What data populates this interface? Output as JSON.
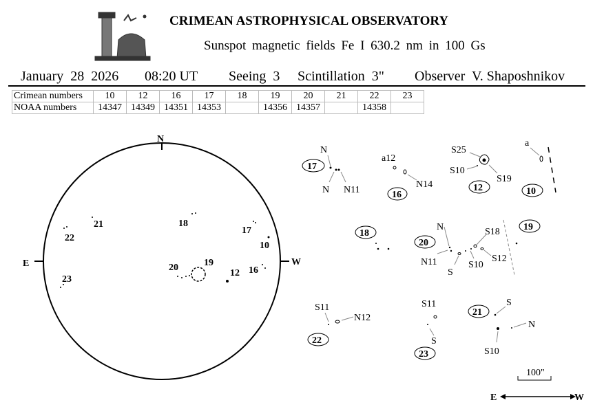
{
  "header": {
    "title": "CRIMEAN ASTROPHYSICAL OBSERVATORY",
    "subtitle": "Sunspot  magnetic  fields  Fe I 630.2 nm in 100 Gs"
  },
  "info": {
    "date": "January  28  2026",
    "time": "08:20 UT",
    "seeing": "Seeing  3",
    "scintillation": "Scintillation  3\"",
    "observer": "Observer  V. Shaposhnikov"
  },
  "table": {
    "row1_label": "Crimean numbers",
    "row2_label": "NOAA numbers",
    "crimean": [
      "10",
      "12",
      "16",
      "17",
      "18",
      "19",
      "20",
      "21",
      "22",
      "23"
    ],
    "noaa": [
      "14347",
      "14349",
      "14351",
      "14353",
      "",
      "14356",
      "14357",
      "",
      "14358",
      ""
    ]
  },
  "disk": {
    "north": "N",
    "east": "E",
    "west": "W",
    "regions": [
      "21",
      "22",
      "23",
      "18",
      "17",
      "10",
      "20",
      "19",
      "12",
      "16"
    ]
  },
  "details": {
    "r17": {
      "num": "17",
      "labels": [
        "N",
        "N",
        "N11"
      ]
    },
    "r16": {
      "num": "16",
      "labels": [
        "a12",
        "N14"
      ]
    },
    "r12": {
      "num": "12",
      "labels": [
        "S25",
        "S10",
        "S19"
      ]
    },
    "r10": {
      "num": "10",
      "labels": [
        "a"
      ]
    },
    "r18": {
      "num": "18"
    },
    "r20": {
      "num": "20",
      "labels": [
        "N",
        "N11",
        "S",
        "S10",
        "S18",
        "S12"
      ]
    },
    "r19": {
      "num": "19"
    },
    "r22": {
      "num": "22",
      "labels": [
        "S11",
        "N12"
      ]
    },
    "r23": {
      "num": "23",
      "labels": [
        "S11",
        "S"
      ]
    },
    "r21": {
      "num": "21",
      "labels": [
        "S",
        "N",
        "S10"
      ]
    }
  },
  "scale": {
    "label": "100\"",
    "east": "E",
    "west": "W"
  }
}
